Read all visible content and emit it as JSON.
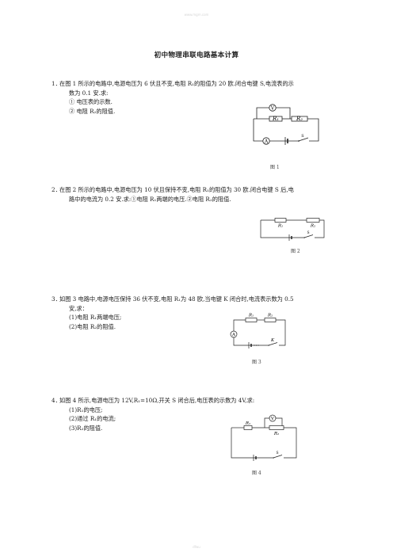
{
  "watermark_top": "www.mgm.com",
  "watermark_bottom": "dfwu",
  "title": "初中物理串联电路基本计算",
  "q1": {
    "num": "1．",
    "line1": "在图 1 所示的电路中,电源电压为 6 伏且不变,电阻 R₁的阻值为 20 欧.闭合电键 S,电流表的示",
    "line2": "数为 0.1 安.求:",
    "sub1": "① 电压表的示数.",
    "sub2": "② 电阻 R₂的阻值.",
    "caption": "图 1",
    "labels": {
      "v": "V",
      "a": "A",
      "r1": "R₁",
      "r2": "R₂",
      "s": "S"
    }
  },
  "q2": {
    "num": "2．",
    "line1": "在图 2 所示的电路中,电源电压为 10 伏且保持不变,电阻 R₁的阻值为 30 欧.闭合电键 S 后,电",
    "line2": "路中的电流为 0.2 安.求:①电阻 R₁两端的电压.②电阻 R₂的阻值.",
    "caption": "图 2",
    "labels": {
      "r1": "R₁",
      "r2": "R₂",
      "s": "S"
    }
  },
  "q3": {
    "num": "3．",
    "line1": "如图 3 电路中,电源电压保持 36 伏不变,电阻 R₁为 48 欧,当电键 K 闭合时,电流表示数为 0.5",
    "line2": "安,求：",
    "sub1": "(1)电阻 R₁两端电压;",
    "sub2": "(2)电阻 R₂的阻值.",
    "caption": "图 3",
    "labels": {
      "a": "A",
      "r1": "R₁",
      "r2": "R₂",
      "k": "K"
    }
  },
  "q4": {
    "num": "4．",
    "line1": "如图 4 所示,电源电压为 12V,R₁=10Ω,开关 S 闭合后,电压表的示数为 4V,求:",
    "sub1": "(1)R₁的电压;",
    "sub2": "(2)通过 R₁的电流;",
    "sub3": "(3)R₂的阻值.",
    "caption": "图 4",
    "labels": {
      "v": "V",
      "r1": "R₁",
      "r2": "R₂",
      "s": "S"
    }
  }
}
